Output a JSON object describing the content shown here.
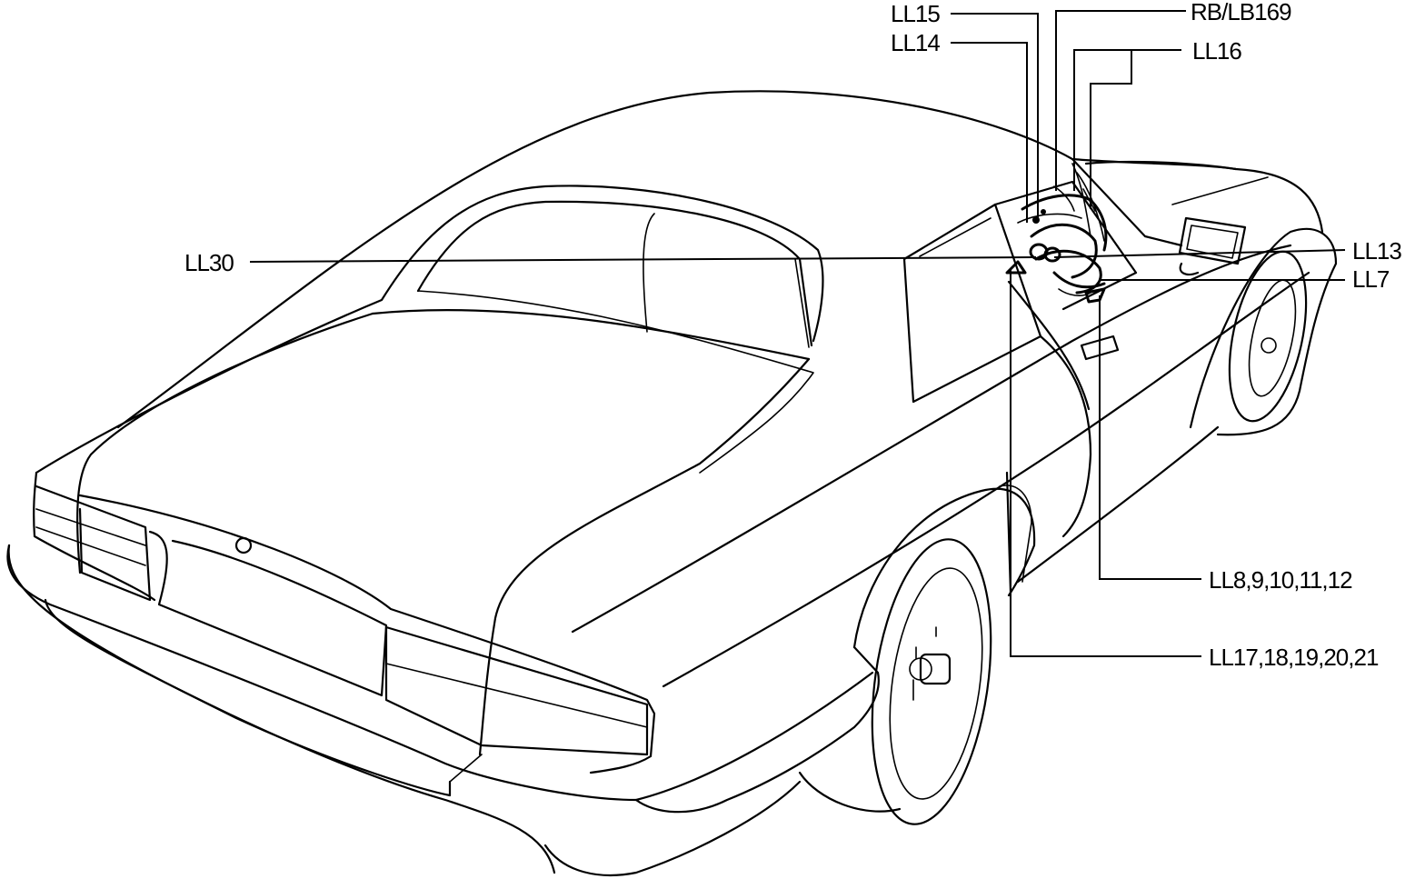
{
  "callouts": {
    "ll15": "LL15",
    "rb_lb169": "RB/LB169",
    "ll14": "LL14",
    "ll16": "LL16",
    "ll30": "LL30",
    "ll13": "LL13",
    "ll7": "LL7",
    "ll8_12": "LL8,9,10,11,12",
    "ll17_21": "LL17,18,19,20,21"
  }
}
